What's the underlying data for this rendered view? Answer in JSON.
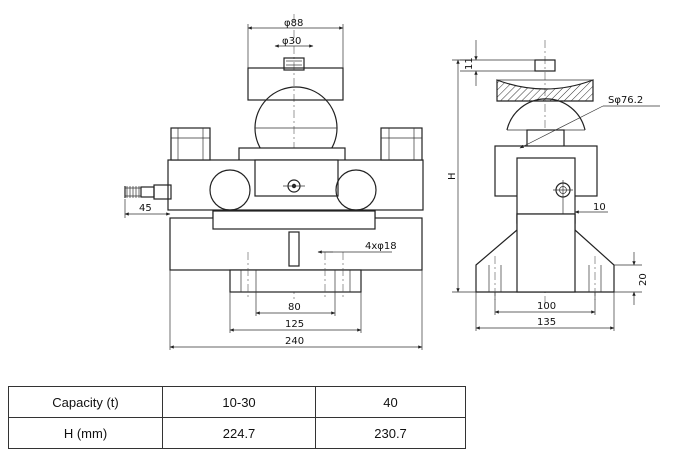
{
  "dimensions": {
    "top_dia": "φ88",
    "top_bore": "φ30",
    "side_45": "45",
    "hole_spec": "4xφ18",
    "dim_80": "80",
    "dim_125": "125",
    "dim_240": "240",
    "side_11": "11",
    "sphere_radius": "Sφ76.2",
    "height_label": "H",
    "side_10": "10",
    "side_20": "20",
    "side_100": "100",
    "side_135": "135"
  },
  "spec_table": {
    "rows": [
      {
        "label": "Capacity (t)",
        "col1": "10-30",
        "col2": "40"
      },
      {
        "label": "H (mm)",
        "col1": "224.7",
        "col2": "230.7"
      }
    ]
  }
}
